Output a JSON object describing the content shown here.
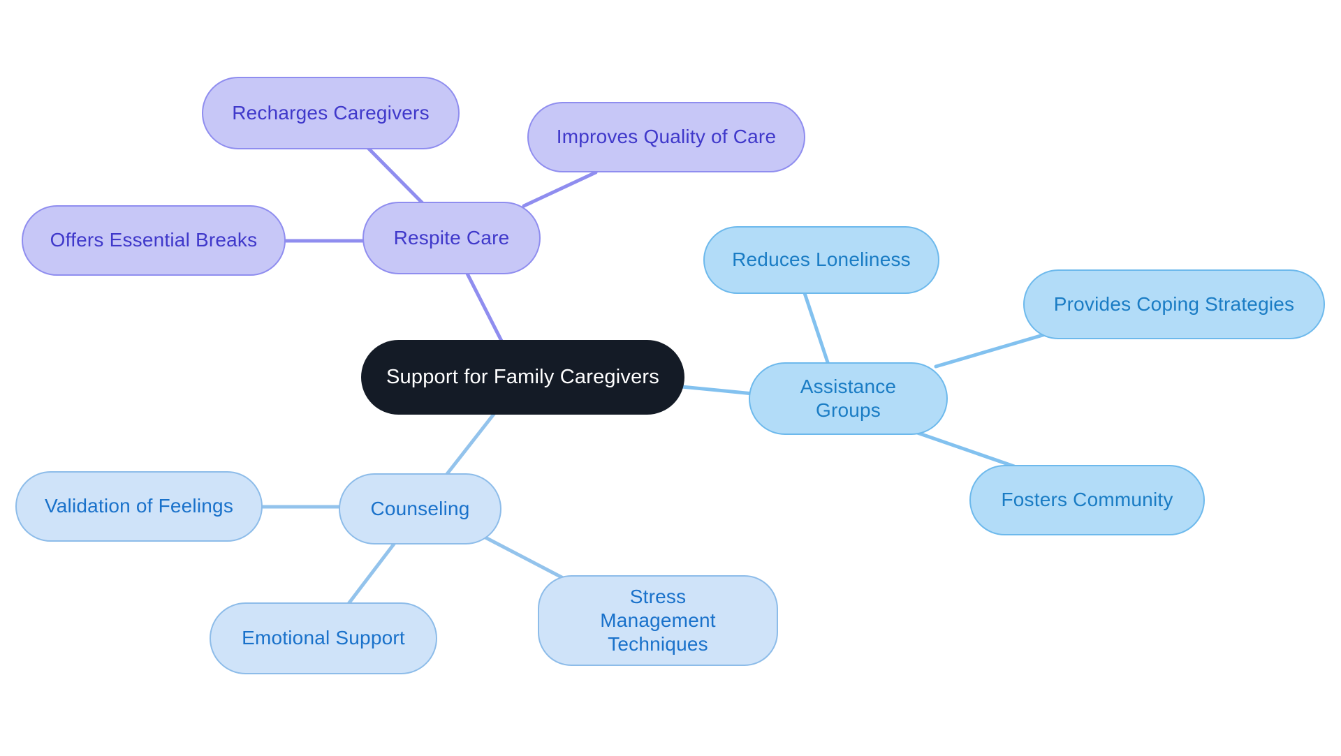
{
  "diagram": {
    "type": "mindmap",
    "center": {
      "label": "Support for Family Caregivers",
      "bg_color": "#141b26",
      "text_color": "#ffffff"
    },
    "branches": [
      {
        "label": "Respite Care",
        "fill_color": "#c7c7f7",
        "border_color": "#8f8def",
        "text_color": "#3f38ca",
        "line_color": "#8f8def",
        "children": [
          {
            "label": "Recharges Caregivers"
          },
          {
            "label": "Improves Quality of Care"
          },
          {
            "label": "Offers Essential Breaks"
          }
        ]
      },
      {
        "label": "Assistance Groups",
        "fill_color": "#b2dcf8",
        "border_color": "#6db9ec",
        "text_color": "#1a7cc4",
        "line_color": "#82c1ef",
        "children": [
          {
            "label": "Reduces Loneliness"
          },
          {
            "label": "Provides Coping Strategies"
          },
          {
            "label": "Fosters Community"
          }
        ]
      },
      {
        "label": "Counseling",
        "fill_color": "#cfe3f9",
        "border_color": "#8dbce9",
        "text_color": "#1971ca",
        "line_color": "#93c3ec",
        "children": [
          {
            "label": "Validation of Feelings"
          },
          {
            "label": "Emotional Support"
          },
          {
            "label": "Stress Management Techniques"
          }
        ]
      }
    ]
  }
}
